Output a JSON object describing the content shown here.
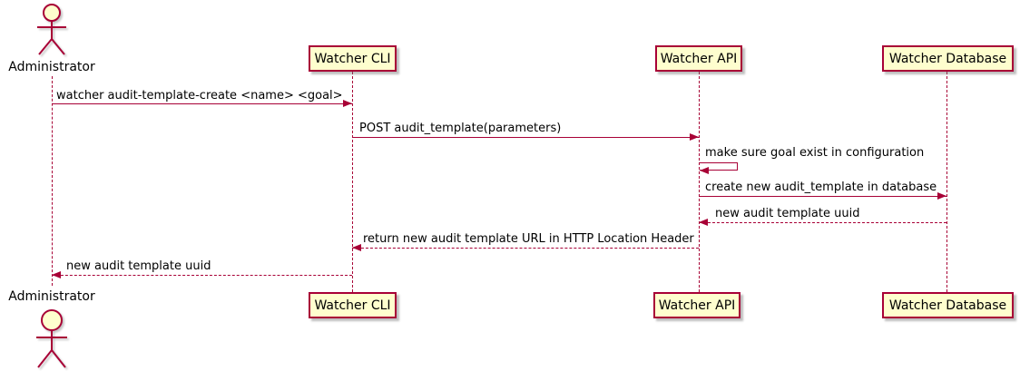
{
  "diagram_type": "uml-sequence-diagram",
  "participants": {
    "administrator": "Administrator",
    "cli": "Watcher CLI",
    "api": "Watcher API",
    "db": "Watcher Database"
  },
  "messages": [
    {
      "from": "Administrator",
      "to": "Watcher CLI",
      "label": "watcher audit-template-create <name> <goal>",
      "style": "solid",
      "direction": "right"
    },
    {
      "from": "Watcher CLI",
      "to": "Watcher API",
      "label": "POST audit_template(parameters)",
      "style": "solid",
      "direction": "right"
    },
    {
      "from": "Watcher API",
      "to": "Watcher API",
      "label": "make sure goal exist in configuration",
      "style": "solid",
      "direction": "self"
    },
    {
      "from": "Watcher API",
      "to": "Watcher Database",
      "label": "create new audit_template in database",
      "style": "solid",
      "direction": "right"
    },
    {
      "from": "Watcher Database",
      "to": "Watcher API",
      "label": "new audit template uuid",
      "style": "dotted",
      "direction": "left"
    },
    {
      "from": "Watcher API",
      "to": "Watcher CLI",
      "label": "return new audit template URL in HTTP Location Header",
      "style": "dotted",
      "direction": "left"
    },
    {
      "from": "Watcher CLI",
      "to": "Administrator",
      "label": "new audit template uuid",
      "style": "dotted",
      "direction": "left"
    }
  ],
  "colors": {
    "line": "#A80036",
    "participant_fill": "#FEFECE",
    "text": "#000000"
  }
}
